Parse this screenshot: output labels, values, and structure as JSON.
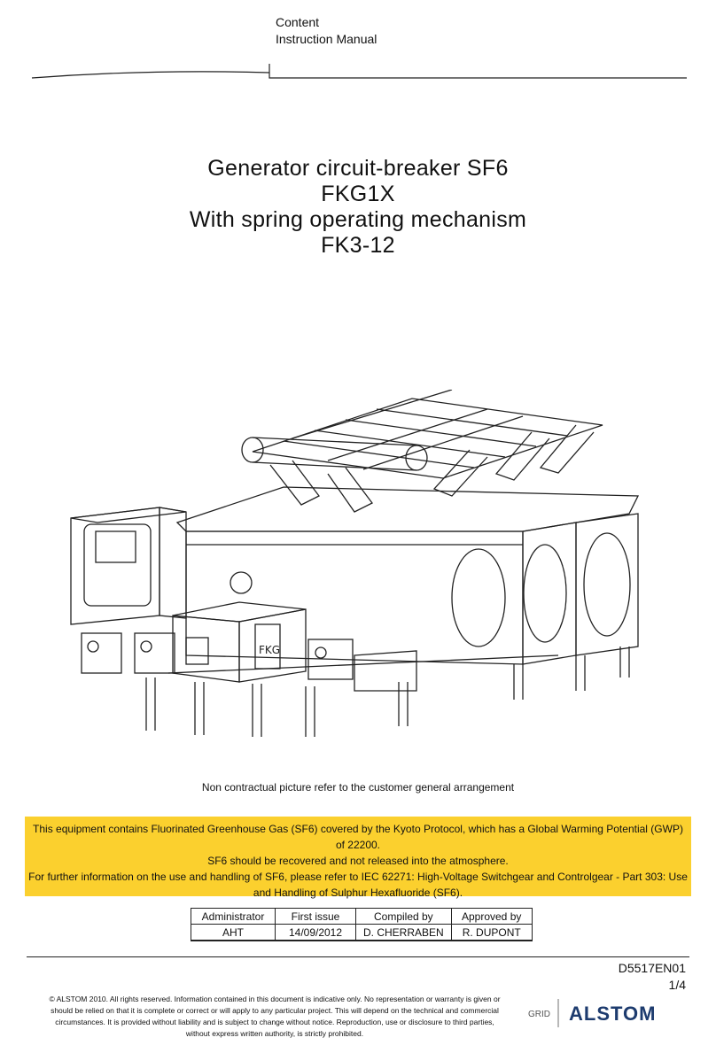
{
  "header": {
    "line1": "Content",
    "line2": "Instruction Manual"
  },
  "title": {
    "line1": "Generator circuit-breaker SF6",
    "line2": "FKG1X",
    "line3": "With spring operating mechanism",
    "line4": "FK3-12"
  },
  "figure": {
    "label": "FKG"
  },
  "caption": "Non contractual picture refer to the customer general arrangement",
  "warning": {
    "line1": "This equipment contains Fluorinated Greenhouse Gas (SF6) covered by the Kyoto Protocol, which has a Global Warming Potential (GWP)",
    "line2": "of 22200.",
    "line3": "SF6 should be recovered and not released into the  atmosphere.",
    "line4": "For further information on the use and  handling of SF6, please refer to IEC 62271: High-Voltage Switchgear and Controlgear - Part 303: Use",
    "line5": "and Handling of Sulphur Hexafluoride (SF6).",
    "background": "#fbd02e"
  },
  "approval": {
    "headers": [
      "Administrator",
      "First issue",
      "Compiled by",
      "Approved by"
    ],
    "values": [
      "AHT",
      "14/09/2012",
      "D. CHERRABEN",
      "R. DUPONT"
    ]
  },
  "doc": {
    "number": "D5517EN01",
    "page": "1/4"
  },
  "legal": {
    "line1": "© ALSTOM 2010. All rights reserved. Information contained in this document is indicative only. No representation or warranty is given or",
    "line2": "should be relied on that it is complete or correct or will apply to any particular project. This will depend on the technical and commercial",
    "line3": "circumstances. It is provided without liability and is subject to change without notice. Reproduction, use or disclosure to third parties,",
    "line4": "without express written authority, is strictly prohibited."
  },
  "logo": {
    "grid": "GRID",
    "brand": "ALSTOM",
    "brand_color": "#1d3b6e",
    "grid_color": "#555555"
  }
}
